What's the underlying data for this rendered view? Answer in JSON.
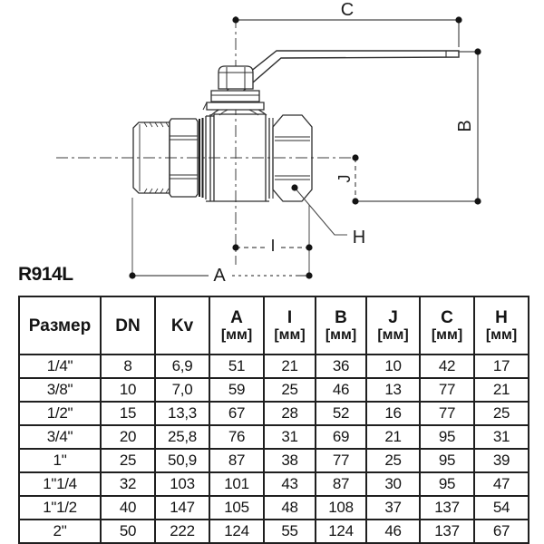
{
  "product_code": "R914L",
  "drawing": {
    "description": "ball-valve side view technical drawing with dimension lines",
    "dim_labels": {
      "A": "A",
      "B": "B",
      "C": "C",
      "H": "H",
      "I": "I",
      "J": "J"
    },
    "line_color": "#2e2e2e",
    "dim_line_color": "#4a4a4a",
    "dot_color": "#141414"
  },
  "table": {
    "columns": [
      {
        "label": "Размер",
        "unit": ""
      },
      {
        "label": "DN",
        "unit": ""
      },
      {
        "label": "Kv",
        "unit": ""
      },
      {
        "label": "A",
        "unit": "[мм]"
      },
      {
        "label": "I",
        "unit": "[мм]"
      },
      {
        "label": "B",
        "unit": "[мм]"
      },
      {
        "label": "J",
        "unit": "[мм]"
      },
      {
        "label": "C",
        "unit": "[мм]"
      },
      {
        "label": "H",
        "unit": "[мм]"
      }
    ],
    "rows": [
      [
        "1/4\"",
        "8",
        "6,9",
        "51",
        "21",
        "36",
        "10",
        "42",
        "17"
      ],
      [
        "3/8\"",
        "10",
        "7,0",
        "59",
        "25",
        "46",
        "13",
        "77",
        "21"
      ],
      [
        "1/2\"",
        "15",
        "13,3",
        "67",
        "28",
        "52",
        "16",
        "77",
        "25"
      ],
      [
        "3/4\"",
        "20",
        "25,8",
        "76",
        "31",
        "69",
        "21",
        "95",
        "31"
      ],
      [
        "1\"",
        "25",
        "50,9",
        "87",
        "38",
        "77",
        "25",
        "95",
        "39"
      ],
      [
        "1\"1/4",
        "32",
        "103",
        "101",
        "43",
        "87",
        "30",
        "95",
        "47"
      ],
      [
        "1\"1/2",
        "40",
        "147",
        "105",
        "48",
        "108",
        "37",
        "137",
        "54"
      ],
      [
        "2\"",
        "50",
        "222",
        "124",
        "55",
        "124",
        "46",
        "137",
        "67"
      ]
    ]
  }
}
